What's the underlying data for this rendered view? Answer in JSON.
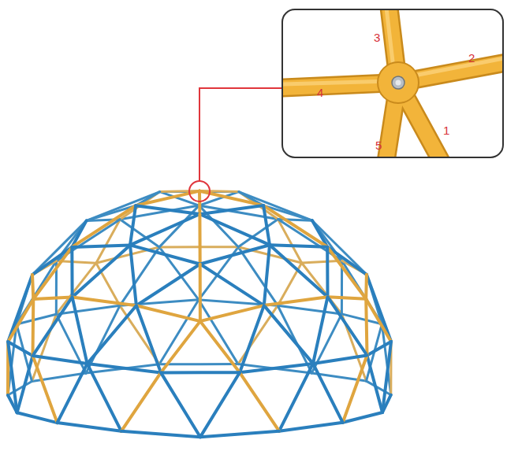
{
  "diagram": {
    "labels": [
      "3",
      "2",
      "4",
      "1",
      "5"
    ]
  }
}
